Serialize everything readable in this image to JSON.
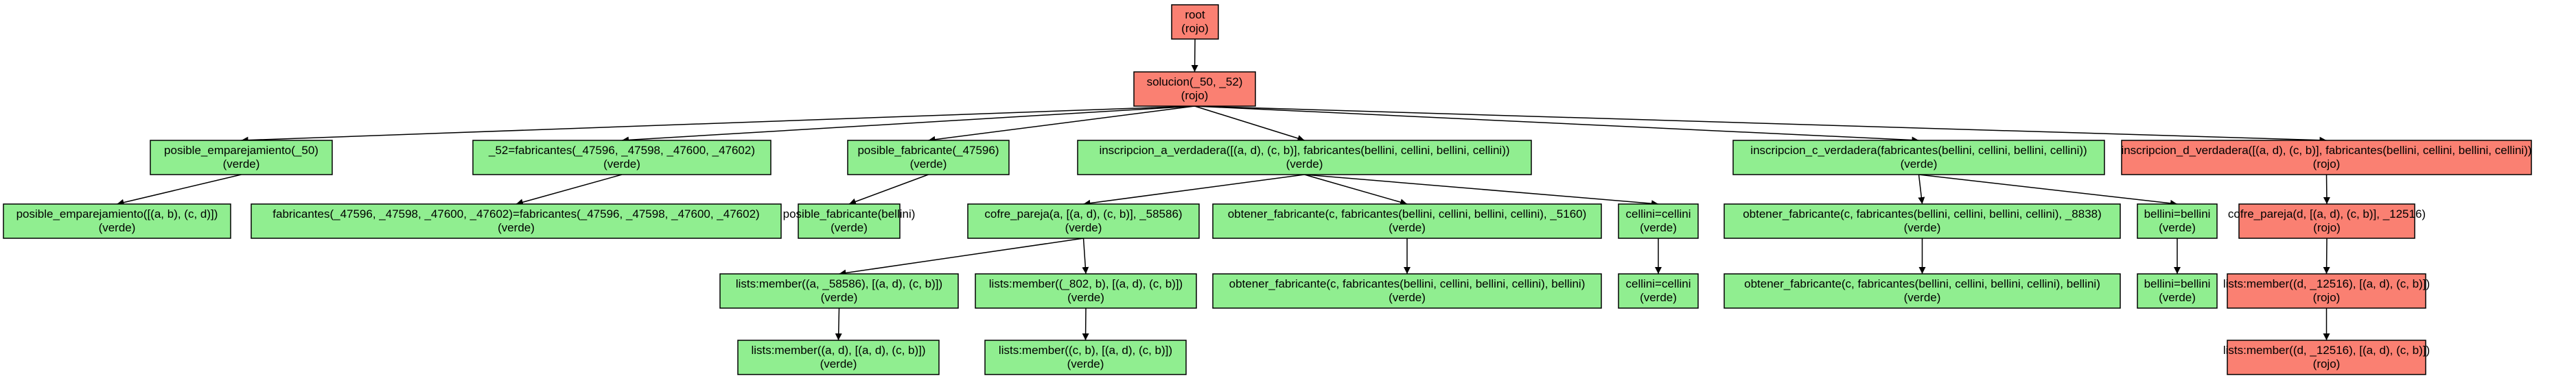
{
  "colors": {
    "green": "#90ee90",
    "red": "#fa8072",
    "stroke": "#000000",
    "edge": "#000000"
  },
  "nodes": [
    {
      "id": "n0",
      "label": "root",
      "status": "(rojo)",
      "color": "red"
    },
    {
      "id": "n1",
      "label": "solucion(_50, _52)",
      "status": "(rojo)",
      "color": "red"
    },
    {
      "id": "n2",
      "label": "posible_emparejamiento(_50)",
      "status": "(verde)",
      "color": "green"
    },
    {
      "id": "n3",
      "label": "posible_emparejamiento([(a, b), (c, d)])",
      "status": "(verde)",
      "color": "green"
    },
    {
      "id": "n4",
      "label": "_52=fabricantes(_47596, _47598, _47600, _47602)",
      "status": "(verde)",
      "color": "green"
    },
    {
      "id": "n5",
      "label": "fabricantes(_47596, _47598, _47600, _47602)=fabricantes(_47596, _47598, _47600, _47602)",
      "status": "(verde)",
      "color": "green"
    },
    {
      "id": "n6",
      "label": "posible_fabricante(_47596)",
      "status": "(verde)",
      "color": "green"
    },
    {
      "id": "n7",
      "label": "posible_fabricante(bellini)",
      "status": "(verde)",
      "color": "green"
    },
    {
      "id": "n8",
      "label": "inscripcion_a_verdadera([(a, d), (c, b)], fabricantes(bellini, cellini, bellini, cellini))",
      "status": "(verde)",
      "color": "green"
    },
    {
      "id": "n9",
      "label": "cofre_pareja(a, [(a, d), (c, b)], _58586)",
      "status": "(verde)",
      "color": "green"
    },
    {
      "id": "n10",
      "label": "lists:member((a, _58586), [(a, d), (c, b)])",
      "status": "(verde)",
      "color": "green"
    },
    {
      "id": "n11",
      "label": "lists:member((a, d), [(a, d), (c, b)])",
      "status": "(verde)",
      "color": "green"
    },
    {
      "id": "n12",
      "label": "lists:member((_802, b), [(a, d), (c, b)])",
      "status": "(verde)",
      "color": "green"
    },
    {
      "id": "n13",
      "label": "lists:member((c, b), [(a, d), (c, b)])",
      "status": "(verde)",
      "color": "green"
    },
    {
      "id": "n14",
      "label": "obtener_fabricante(c, fabricantes(bellini, cellini, bellini, cellini), _5160)",
      "status": "(verde)",
      "color": "green"
    },
    {
      "id": "n15",
      "label": "obtener_fabricante(c, fabricantes(bellini, cellini, bellini, cellini), bellini)",
      "status": "(verde)",
      "color": "green"
    },
    {
      "id": "n16",
      "label": "cellini=cellini",
      "status": "(verde)",
      "color": "green"
    },
    {
      "id": "n17",
      "label": "cellini=cellini",
      "status": "(verde)",
      "color": "green"
    },
    {
      "id": "n18",
      "label": "inscripcion_c_verdadera(fabricantes(bellini, cellini, bellini, cellini))",
      "status": "(verde)",
      "color": "green"
    },
    {
      "id": "n19",
      "label": "obtener_fabricante(c, fabricantes(bellini, cellini, bellini, cellini), _8838)",
      "status": "(verde)",
      "color": "green"
    },
    {
      "id": "n20",
      "label": "obtener_fabricante(c, fabricantes(bellini, cellini, bellini, cellini), bellini)",
      "status": "(verde)",
      "color": "green"
    },
    {
      "id": "n21",
      "label": "bellini=bellini",
      "status": "(verde)",
      "color": "green"
    },
    {
      "id": "n22",
      "label": "bellini=bellini",
      "status": "(verde)",
      "color": "green"
    },
    {
      "id": "n23",
      "label": "inscripcion_d_verdadera([(a, d), (c, b)], fabricantes(bellini, cellini, bellini, cellini))",
      "status": "(rojo)",
      "color": "red"
    },
    {
      "id": "n24",
      "label": "cofre_pareja(d, [(a, d), (c, b)], _12516)",
      "status": "(rojo)",
      "color": "red"
    },
    {
      "id": "n25",
      "label": "lists:member((d, _12516), [(a, d), (c, b)])",
      "status": "(rojo)",
      "color": "red"
    },
    {
      "id": "n26",
      "label": "lists:member((d, _12516), [(a, d), (c, b)])",
      "status": "(rojo)",
      "color": "red"
    }
  ],
  "edges": [
    [
      "n0",
      "n1"
    ],
    [
      "n1",
      "n2"
    ],
    [
      "n1",
      "n4"
    ],
    [
      "n1",
      "n6"
    ],
    [
      "n1",
      "n8"
    ],
    [
      "n1",
      "n18"
    ],
    [
      "n1",
      "n23"
    ],
    [
      "n2",
      "n3"
    ],
    [
      "n4",
      "n5"
    ],
    [
      "n6",
      "n7"
    ],
    [
      "n8",
      "n9"
    ],
    [
      "n8",
      "n14"
    ],
    [
      "n8",
      "n16"
    ],
    [
      "n9",
      "n10"
    ],
    [
      "n9",
      "n12"
    ],
    [
      "n10",
      "n11"
    ],
    [
      "n12",
      "n13"
    ],
    [
      "n14",
      "n15"
    ],
    [
      "n16",
      "n17"
    ],
    [
      "n18",
      "n19"
    ],
    [
      "n18",
      "n21"
    ],
    [
      "n19",
      "n20"
    ],
    [
      "n21",
      "n22"
    ],
    [
      "n23",
      "n24"
    ],
    [
      "n24",
      "n25"
    ],
    [
      "n25",
      "n26"
    ]
  ]
}
